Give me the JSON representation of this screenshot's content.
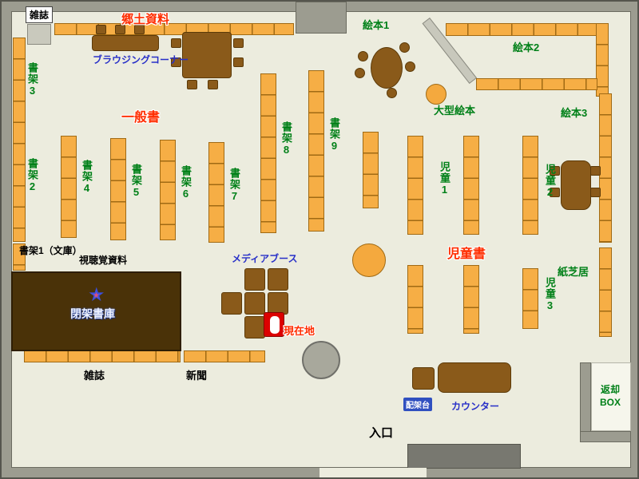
{
  "labels": {
    "magazines_top": "雑誌",
    "local_materials": "郷土資料",
    "browsing_corner": "ブラウジングコーナー",
    "general_books": "一般書",
    "shelf_1_bunko": "書架1（文庫）",
    "shelf_2": "書架2",
    "shelf_3": "書架3",
    "shelf_4": "書架4",
    "shelf_5": "書架5",
    "shelf_6": "書架6",
    "shelf_7": "書架7",
    "shelf_8": "書架8",
    "shelf_9": "書架9",
    "audio_visual": "視聴覚資料",
    "closed_stacks": "閉架書庫",
    "media_booth": "メディアブース",
    "current_location": "現在地",
    "magazines_bottom": "雑誌",
    "newspaper": "新聞",
    "picture_books_1": "絵本1",
    "picture_books_2": "絵本2",
    "picture_books_3": "絵本3",
    "large_picture_books": "大型絵本",
    "children_1": "児童1",
    "children_2": "児童2",
    "children_3": "児童3",
    "children_books": "児童書",
    "kamishibai": "紙芝居",
    "book_cart_table": "配架台",
    "counter": "カウンター",
    "return_box": "返却BOX",
    "entrance": "入口"
  },
  "colors": {
    "floor": "#ECECDE",
    "wall": "#9C9C90",
    "shelf_orange": "#F6AE45",
    "table_brown": "#8A5A1A",
    "closed_stacks_brown": "#4A3208",
    "accent_red": "#FF2D00",
    "accent_green": "#008018",
    "accent_blue": "#2830C8",
    "marker_red": "#DC0000"
  }
}
